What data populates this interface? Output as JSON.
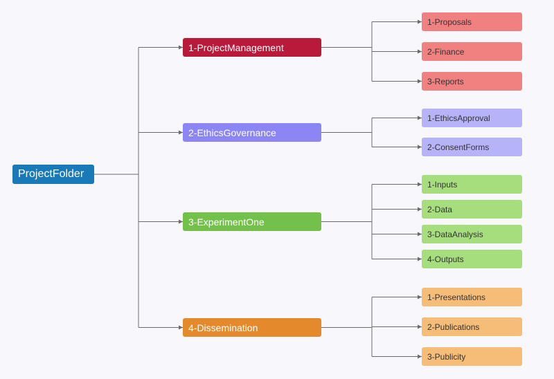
{
  "root": {
    "label": "ProjectFolder",
    "color": "#1a7ab8"
  },
  "branches": [
    {
      "label": "1-ProjectManagement",
      "color": "#ba1a3a",
      "child_color": "#f18080",
      "children": [
        "1-Proposals",
        "2-Finance",
        "3-Reports"
      ]
    },
    {
      "label": "2-EthicsGovernance",
      "color": "#8c86f5",
      "child_color": "#b7b3f8",
      "children": [
        "1-EthicsApproval",
        "2-ConsentForms"
      ]
    },
    {
      "label": "3-ExperimentOne",
      "color": "#73c04a",
      "child_color": "#a6de7e",
      "children": [
        "1-Inputs",
        "2-Data",
        "3-DataAnalysis",
        "4-Outputs"
      ]
    },
    {
      "label": "4-Dissemination",
      "color": "#e48a2c",
      "child_color": "#f6bd79",
      "children": [
        "1-Presentations",
        "2-Publications",
        "3-Publicity"
      ]
    }
  ],
  "line_color": "#6b6b6b"
}
